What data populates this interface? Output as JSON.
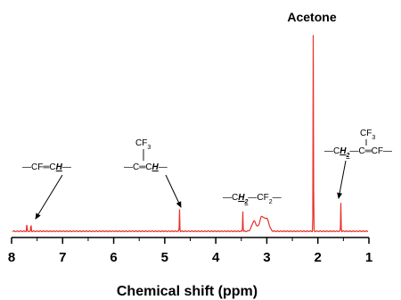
{
  "chart_data": {
    "type": "line",
    "title": "",
    "xlabel": "Chemical shift (ppm)",
    "ylabel": "",
    "xlim": [
      8,
      1
    ],
    "x_reversed": true,
    "x_ticks": [
      8,
      7,
      6,
      5,
      4,
      3,
      2,
      1
    ],
    "ylim": [
      0,
      1
    ],
    "grid": false,
    "legend": "none",
    "series_color": "#e8302a",
    "peaks": [
      {
        "shift": 7.7,
        "intensity": 0.04
      },
      {
        "shift": 7.62,
        "intensity": 0.04
      },
      {
        "shift": 4.71,
        "intensity": 0.11
      },
      {
        "shift": 3.47,
        "intensity": 0.1
      },
      {
        "shift": 3.25,
        "intensity": 0.05
      },
      {
        "shift": 3.1,
        "intensity": 0.07
      },
      {
        "shift": 3.0,
        "intensity": 0.06
      },
      {
        "shift": 2.09,
        "intensity": 1.0
      },
      {
        "shift": 1.55,
        "intensity": 0.14
      }
    ],
    "annotations": [
      {
        "label": "Acetone",
        "shift": 2.09
      },
      {
        "label": "—CF═CH—",
        "shift": 7.65
      },
      {
        "label": "CF3 / —C═CH—",
        "shift": 4.71
      },
      {
        "label": "—CH2—CF2—",
        "shift": 3.47
      },
      {
        "label": "CF3 / —CH2—C═CF—",
        "shift": 1.55
      }
    ]
  },
  "labels": {
    "acetone": "Acetone",
    "cf": "—CF═C",
    "h": "H",
    "dash": "—",
    "cf3": "CF",
    "three": "3",
    "c_eq_c": "—C═C",
    "c": "—C",
    "two": "2",
    "cf2": "—CF",
    "c_eq_cf": "—C═CF—"
  }
}
